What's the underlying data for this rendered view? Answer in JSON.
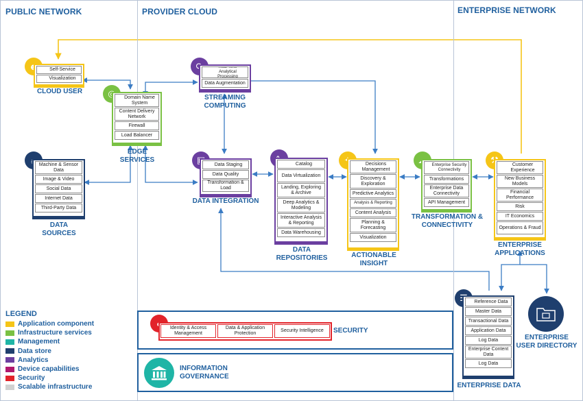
{
  "zones": {
    "public_network": "PUBLIC NETWORK",
    "provider_cloud": "PROVIDER CLOUD",
    "enterprise_network": "ENTERPRISE NETWORK"
  },
  "cloud_user": {
    "label": "CLOUD USER",
    "items": [
      "Self-Service",
      "Visualization"
    ]
  },
  "data_sources": {
    "label": [
      "DATA",
      "SOURCES"
    ],
    "items": [
      "Machine & Sensor Data",
      "Image & Video",
      "Social Data",
      "Internet Data",
      "Third-Party Data"
    ]
  },
  "edge_services": {
    "label": [
      "EDGE",
      "SERVICES"
    ],
    "items": [
      "Domain Name System",
      "Content Delivery Network",
      "Firewall",
      "Load Balancer"
    ]
  },
  "streaming_computing": {
    "label": [
      "STREAMING",
      "COMPUTING"
    ],
    "items": [
      "Real Time Analytical Processing",
      "Data Augmentation"
    ]
  },
  "data_integration": {
    "label": "DATA INTEGRATION",
    "items": [
      "Data Staging",
      "Data Quality",
      "Transformation & Load"
    ]
  },
  "data_repositories": {
    "label": [
      "DATA",
      "REPOSITORIES"
    ],
    "items": [
      "Catalog",
      "Data Virtualization",
      "Landing, Exploring & Archive",
      "Deep Analytics & Modeling",
      "Interactive Analysis & Reporting",
      "Data Warehousing"
    ]
  },
  "actionable_insight": {
    "label": [
      "ACTIONABLE",
      "INSIGHT"
    ],
    "items": [
      "Decisions Management",
      "Discovery & Exploration",
      "Predictive Analytics",
      "Analysis & Reporting",
      "Content Analysis",
      "Planning & Forecasting",
      "Visualization"
    ]
  },
  "transformation_connectivity": {
    "label": [
      "TRANSFORMATION &",
      "CONNECTIVITY"
    ],
    "items": [
      "Enterprise Security Connectivity",
      "Transformations",
      "Enterprise Data Connectivity",
      "API Management"
    ]
  },
  "enterprise_applications": {
    "label": [
      "ENTERPRISE",
      "APPLICATIONS"
    ],
    "items": [
      "Customer Experience",
      "New Business Models",
      "Financial Performance",
      "Risk",
      "IT Economics",
      "Operations & Fraud"
    ]
  },
  "enterprise_data": {
    "label": "ENTERPRISE DATA",
    "items": [
      "Reference Data",
      "Master Data",
      "Transactional Data",
      "Application Data",
      "Log Data",
      "Enterprise Content Data",
      "Log Data"
    ]
  },
  "enterprise_user_directory": {
    "label": [
      "ENTERPRISE",
      "USER DIRECTORY"
    ]
  },
  "security": {
    "label": "SECURITY",
    "items": [
      "Identity & Access Management",
      "Data & Application Protection",
      "Security Intelligence"
    ]
  },
  "information_governance": {
    "label": [
      "INFORMATION",
      "GOVERNANCE"
    ]
  },
  "legend": {
    "title": "LEGEND",
    "items": [
      {
        "label": "Application component",
        "color": "#f5c518"
      },
      {
        "label": "Infrastructure services",
        "color": "#7ac143"
      },
      {
        "label": "Management",
        "color": "#1fb5a6"
      },
      {
        "label": "Data store",
        "color": "#1f3f6e"
      },
      {
        "label": "Analytics",
        "color": "#6b3fa0"
      },
      {
        "label": "Device capabilities",
        "color": "#b0196e"
      },
      {
        "label": "Security",
        "color": "#e2232a"
      },
      {
        "label": "Scalable infrastructure",
        "color": "#d0d0d0"
      }
    ]
  },
  "icons": {
    "cloud_user": "person-icon",
    "data_sources": "sensor-icon",
    "edge_services": "globe-icon",
    "streaming_computing": "stream-icon",
    "data_integration": "integration-icon",
    "data_repositories": "analytics-chart-icon",
    "actionable_insight": "insight-icon",
    "transformation_connectivity": "cloud-connect-icon",
    "enterprise_applications": "tools-icon",
    "enterprise_data": "book-icon",
    "enterprise_user_directory": "directory-folder-icon",
    "security": "lock-icon",
    "information_governance": "bank-icon"
  }
}
